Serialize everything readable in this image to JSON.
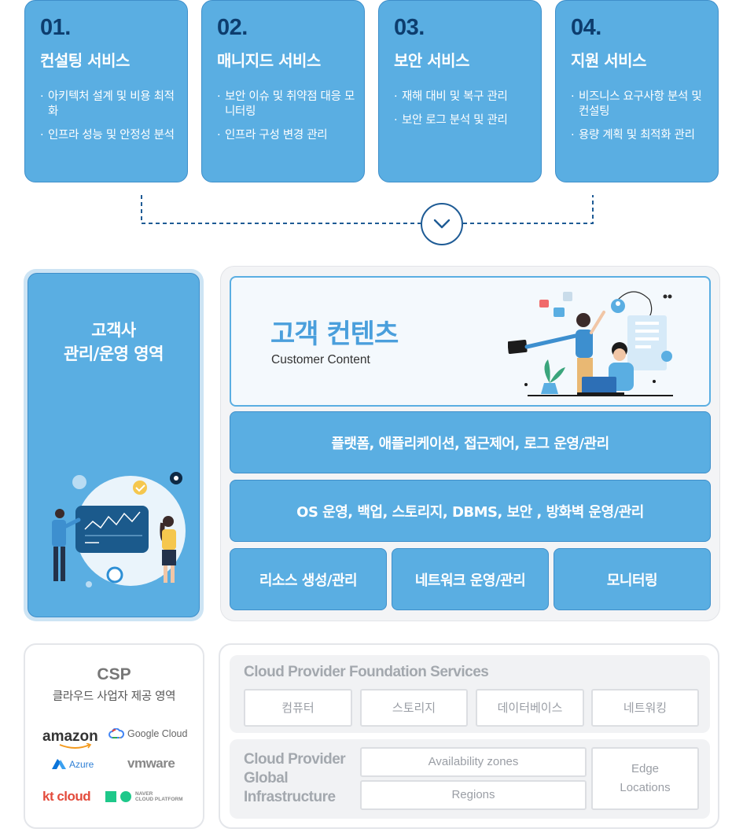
{
  "services": [
    {
      "num": "01.",
      "title": "컨설팅 서비스",
      "items": [
        "아키텍처 설계 및 비용 최적화",
        "인프라 성능 및 안정성 분석"
      ]
    },
    {
      "num": "02.",
      "title": "매니지드 서비스",
      "items": [
        "보안 이슈 및 취약점 대응 모니터링",
        "인프라 구성 변경 관리"
      ]
    },
    {
      "num": "03.",
      "title": "보안 서비스",
      "items": [
        "재해 대비 및 복구 관리",
        "보안 로그 분석 및 관리"
      ]
    },
    {
      "num": "04.",
      "title": "지원 서비스",
      "items": [
        "비즈니스 요구사항 분석 및 컨설팅",
        "용량 계획 및 최적화 관리"
      ]
    }
  ],
  "customer_area": {
    "line1": "고객사",
    "line2": "관리/운영 영역"
  },
  "customer_content": {
    "title": "고객 컨텐츠",
    "subtitle": "Customer Content"
  },
  "bands": {
    "platform": "플랫폼, 애플리케이션, 접근제어, 로그 운영/관리",
    "os": "OS 운영, 백업, 스토리지, DBMS, 보안 , 방화벽 운영/관리",
    "resource": "리소스 생성/관리",
    "network": "네트워크 운영/관리",
    "monitoring": "모니터링"
  },
  "csp": {
    "title": "CSP",
    "subtitle": "클라우드 사업자 제공 영역",
    "logos": {
      "amazon": "amazon",
      "google": "Google Cloud",
      "azure": "Azure",
      "vmware": "vmware",
      "kt": "kt cloud",
      "naver_top": "NAVER",
      "naver_bottom": "CLOUD PLATFORM"
    }
  },
  "foundation": {
    "title": "Cloud Provider Foundation Services",
    "chips": [
      "컴퓨터",
      "스토리지",
      "데이터베이스",
      "네트워킹"
    ]
  },
  "infrastructure": {
    "title_lines": [
      "Cloud Provider",
      "Global",
      "Infrastructure"
    ],
    "availability": "Availability zones",
    "regions": "Regions",
    "edge_lines": [
      "Edge",
      "Locations"
    ]
  },
  "colors": {
    "accent": "#5aaee2",
    "dark_navy": "#0d3d6e",
    "content_title": "#4a9fdc"
  }
}
